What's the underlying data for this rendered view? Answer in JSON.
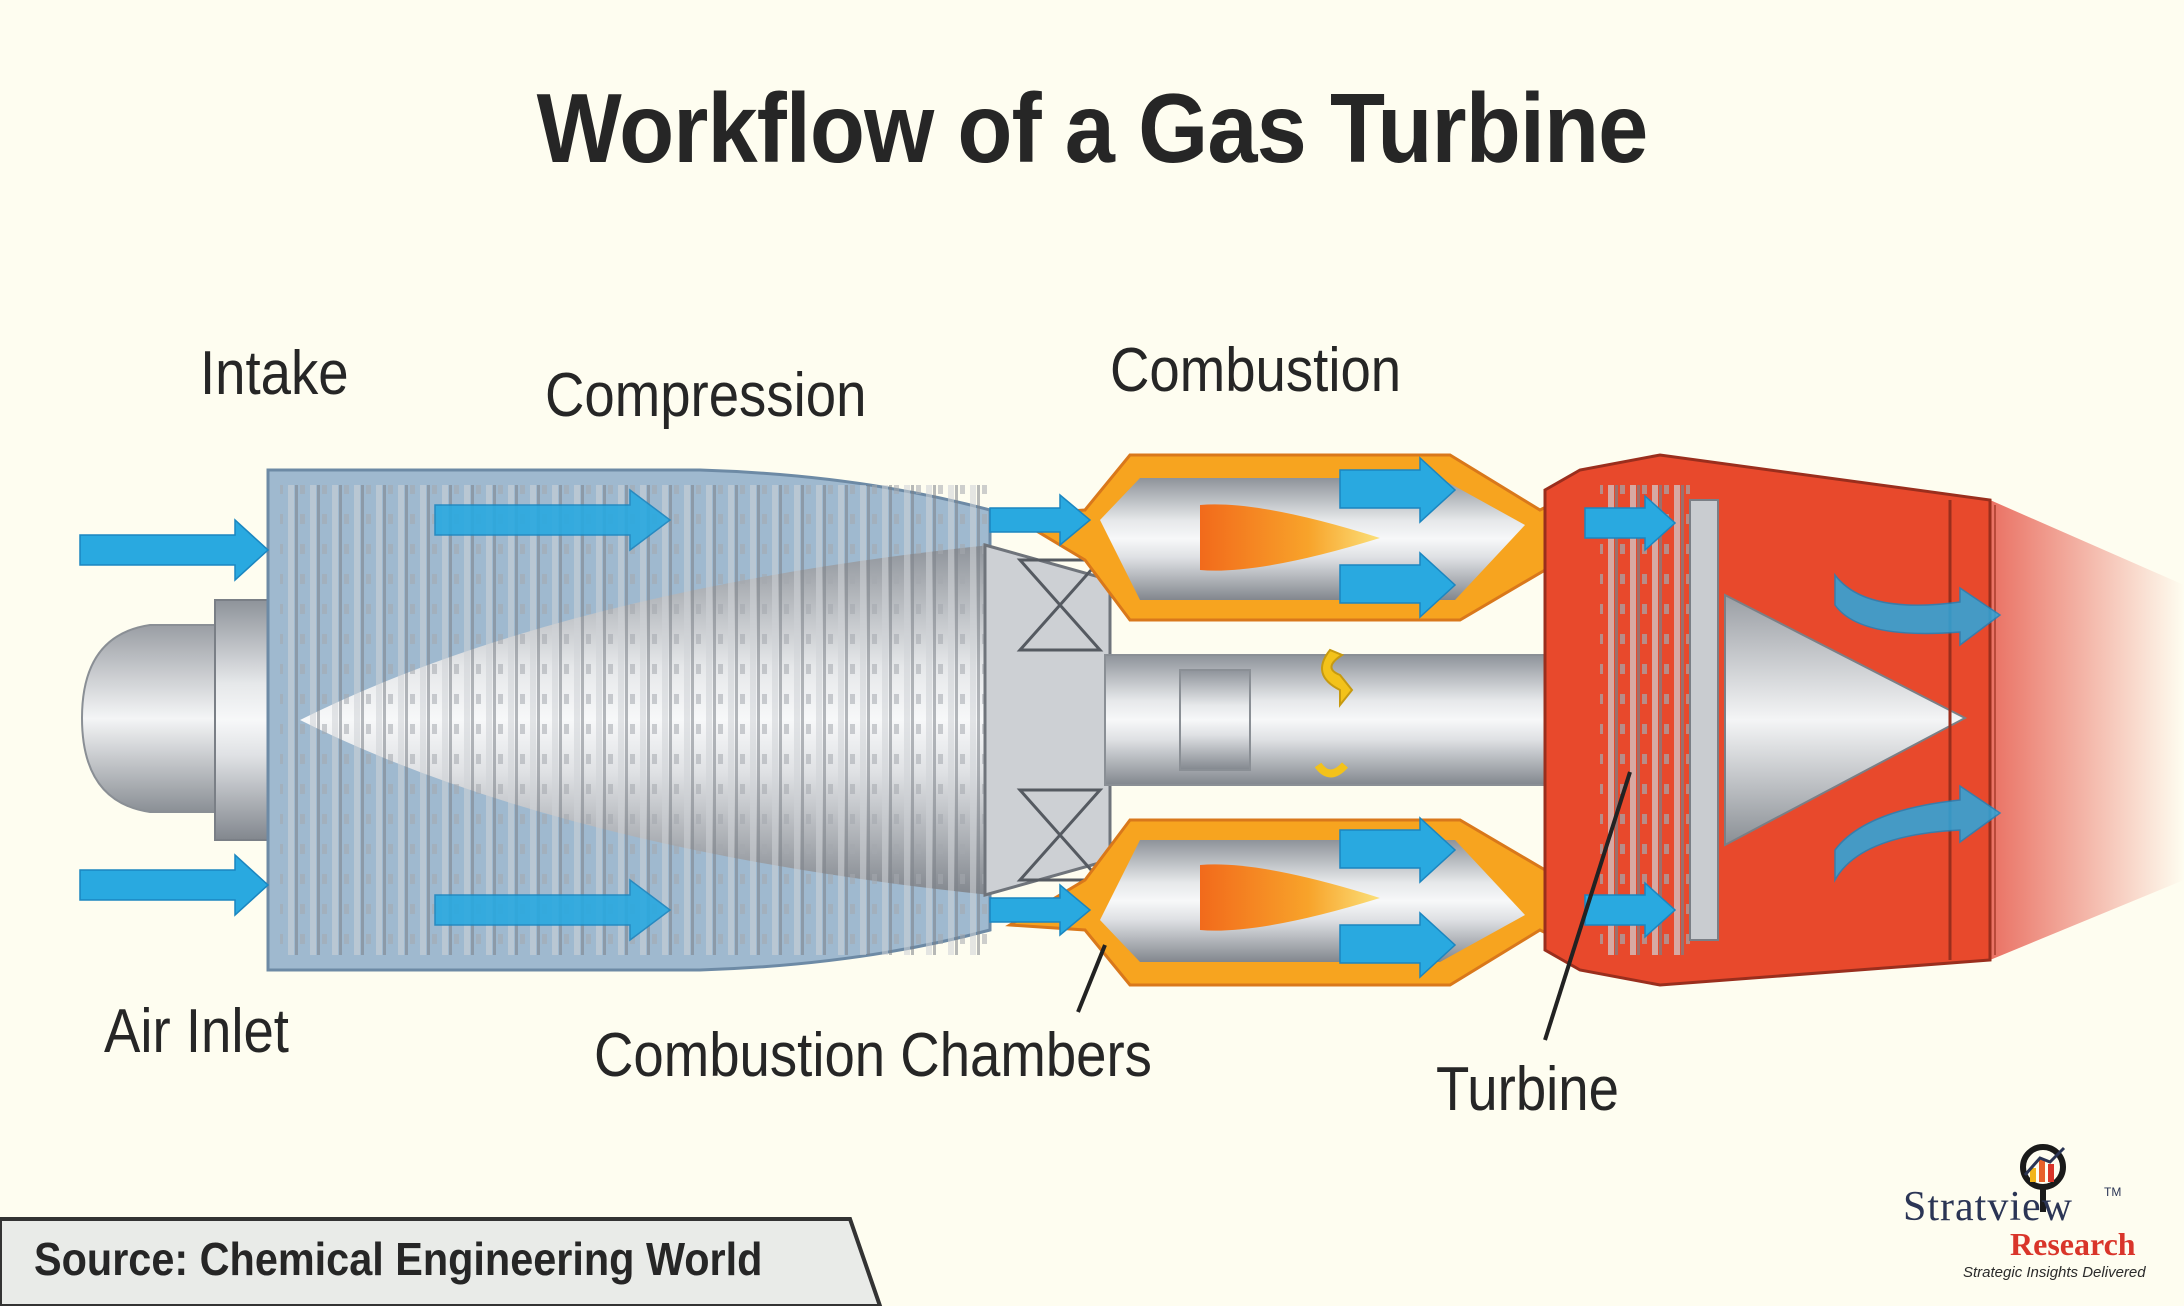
{
  "title": "Workflow of a Gas Turbine",
  "labels": {
    "intake": "Intake",
    "compression": "Compression",
    "combustion": "Combustion",
    "air_inlet": "Air Inlet",
    "combustion_chambers": "Combustion Chambers",
    "turbine": "Turbine"
  },
  "source": "Source: Chemical Engineering World",
  "logo": {
    "name": "Stratview",
    "trademark": "TM",
    "sub": "Research",
    "tagline": "Strategic Insights Delivered"
  },
  "colors": {
    "background": "#fefdf0",
    "airflow": "#29a9e0",
    "combustion": "#f39a1e",
    "exhaust": "#e8492c",
    "casing": "#b8bcc2",
    "brand_blue": "#2b3555",
    "brand_red": "#d9352a"
  }
}
